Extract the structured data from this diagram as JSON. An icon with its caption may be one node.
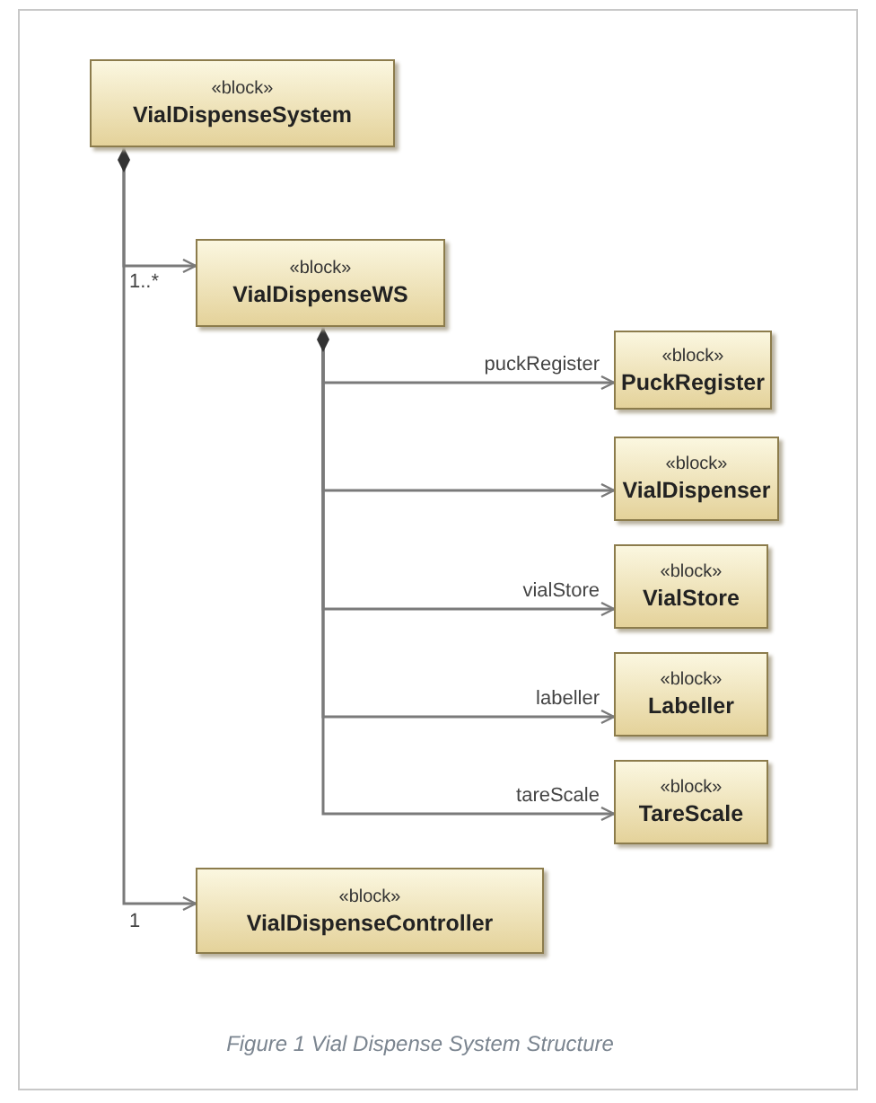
{
  "diagram": {
    "caption": "Figure 1 Vial Dispense System Structure",
    "nodes": [
      {
        "text": [
          "«block»",
          "VialDispenseSystem"
        ]
      },
      {
        "text": [
          "«block»",
          "VialDispenseWS"
        ]
      },
      {
        "text": [
          "«block»",
          "PuckRegister"
        ]
      },
      {
        "text": [
          "«block»",
          "VialDispenser"
        ]
      },
      {
        "text": [
          "«block»",
          "VialStore"
        ]
      },
      {
        "text": [
          "«block»",
          "Labeller"
        ]
      },
      {
        "text": [
          "«block»",
          "TareScale"
        ]
      },
      {
        "text": [
          "«block»",
          "VialDispenseController"
        ]
      }
    ],
    "edges": [
      {
        "from": 0,
        "to": 1,
        "arrow": "to",
        "label": "1..*"
      },
      {
        "from": 1,
        "to": 2,
        "arrow": "to",
        "label": "puckRegister"
      },
      {
        "from": 1,
        "to": 3,
        "arrow": "to"
      },
      {
        "from": 1,
        "to": 4,
        "arrow": "to",
        "label": "vialStore"
      },
      {
        "from": 1,
        "to": 5,
        "arrow": "to",
        "label": "labeller"
      },
      {
        "from": 1,
        "to": 6,
        "arrow": "to",
        "label": "tareScale"
      },
      {
        "from": 0,
        "to": 7,
        "arrow": "to",
        "label": "1"
      }
    ]
  }
}
